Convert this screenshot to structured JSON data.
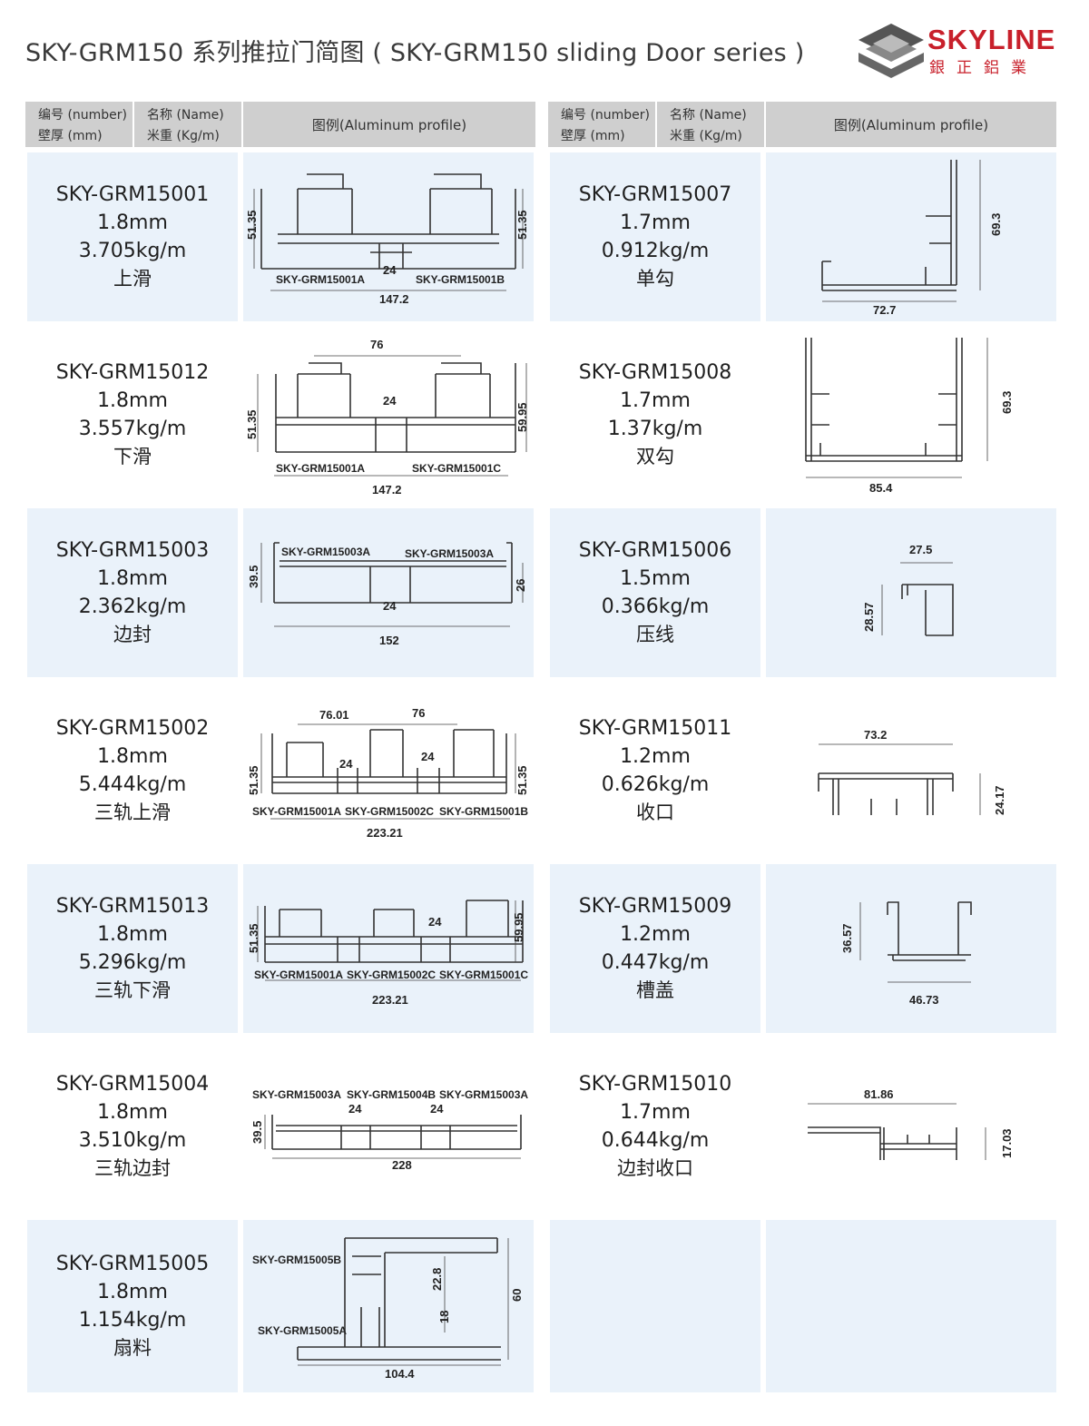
{
  "header": {
    "title": "SKY-GRM150 系列推拉门简图 ( SKY-GRM150 sliding  Door series )",
    "brand": "SKYLINE",
    "brand_cn": "銀正鋁業"
  },
  "table_header": {
    "number_label": "编号 (number)",
    "thickness_label": "壁厚 (mm)",
    "name_label": "名称 (Name)",
    "weight_label": "米重 (Kg/m)",
    "profile_label": "图例(Aluminum profile)"
  },
  "left": [
    {
      "code": "SKY-GRM15001",
      "thickness": "1.8mm",
      "weight": "3.705kg/m",
      "name": "上滑",
      "dims": [
        "51.35",
        "51.35",
        "24",
        "147.2"
      ],
      "labels": [
        "SKY-GRM15001A",
        "SKY-GRM15001B"
      ]
    },
    {
      "code": "SKY-GRM15012",
      "thickness": "1.8mm",
      "weight": "3.557kg/m",
      "name": "下滑",
      "dims": [
        "76",
        "24",
        "51.35",
        "59.95",
        "147.2"
      ],
      "labels": [
        "SKY-GRM15001A",
        "SKY-GRM15001C"
      ]
    },
    {
      "code": "SKY-GRM15003",
      "thickness": "1.8mm",
      "weight": "2.362kg/m",
      "name": "边封",
      "dims": [
        "39.5",
        "26",
        "24",
        "152"
      ],
      "labels": [
        "SKY-GRM15003A",
        "SKY-GRM15003A"
      ]
    },
    {
      "code": "SKY-GRM15002",
      "thickness": "1.8mm",
      "weight": "5.444kg/m",
      "name": "三轨上滑",
      "dims": [
        "76.01",
        "76",
        "24",
        "24",
        "51.35",
        "51.35",
        "223.21"
      ],
      "labels": [
        "SKY-GRM15001A",
        "SKY-GRM15002C",
        "SKY-GRM15001B"
      ]
    },
    {
      "code": "SKY-GRM15013",
      "thickness": "1.8mm",
      "weight": "5.296kg/m",
      "name": "三轨下滑",
      "dims": [
        "51.35",
        "24",
        "59.95",
        "223.21"
      ],
      "labels": [
        "SKY-GRM15001A",
        "SKY-GRM15002C",
        "SKY-GRM15001C"
      ]
    },
    {
      "code": "SKY-GRM15004",
      "thickness": "1.8mm",
      "weight": "3.510kg/m",
      "name": "三轨边封",
      "dims": [
        "39.5",
        "24",
        "24",
        "228"
      ],
      "labels": [
        "SKY-GRM15003A",
        "SKY-GRM15004B",
        "SKY-GRM15003A"
      ]
    },
    {
      "code": "SKY-GRM15005",
      "thickness": "1.8mm",
      "weight": "1.154kg/m",
      "name": "扇料",
      "dims": [
        "22.8",
        "18",
        "60",
        "104.4"
      ],
      "labels": [
        "SKY-GRM15005B",
        "SKY-GRM15005A"
      ]
    }
  ],
  "right": [
    {
      "code": "SKY-GRM15007",
      "thickness": "1.7mm",
      "weight": "0.912kg/m",
      "name": "单勾",
      "dims": [
        "69.3",
        "72.7"
      ]
    },
    {
      "code": "SKY-GRM15008",
      "thickness": "1.7mm",
      "weight": "1.37kg/m",
      "name": "双勾",
      "dims": [
        "69.3",
        "85.4"
      ]
    },
    {
      "code": "SKY-GRM15006",
      "thickness": "1.5mm",
      "weight": "0.366kg/m",
      "name": "压线",
      "dims": [
        "27.5",
        "28.57"
      ]
    },
    {
      "code": "SKY-GRM15011",
      "thickness": "1.2mm",
      "weight": "0.626kg/m",
      "name": "收口",
      "dims": [
        "73.2",
        "24.17"
      ]
    },
    {
      "code": "SKY-GRM15009",
      "thickness": "1.2mm",
      "weight": "0.447kg/m",
      "name": "槽盖",
      "dims": [
        "36.57",
        "46.73"
      ]
    },
    {
      "code": "SKY-GRM15010",
      "thickness": "1.7mm",
      "weight": "0.644kg/m",
      "name": "边封收口",
      "dims": [
        "81.86",
        "17.03"
      ]
    }
  ]
}
